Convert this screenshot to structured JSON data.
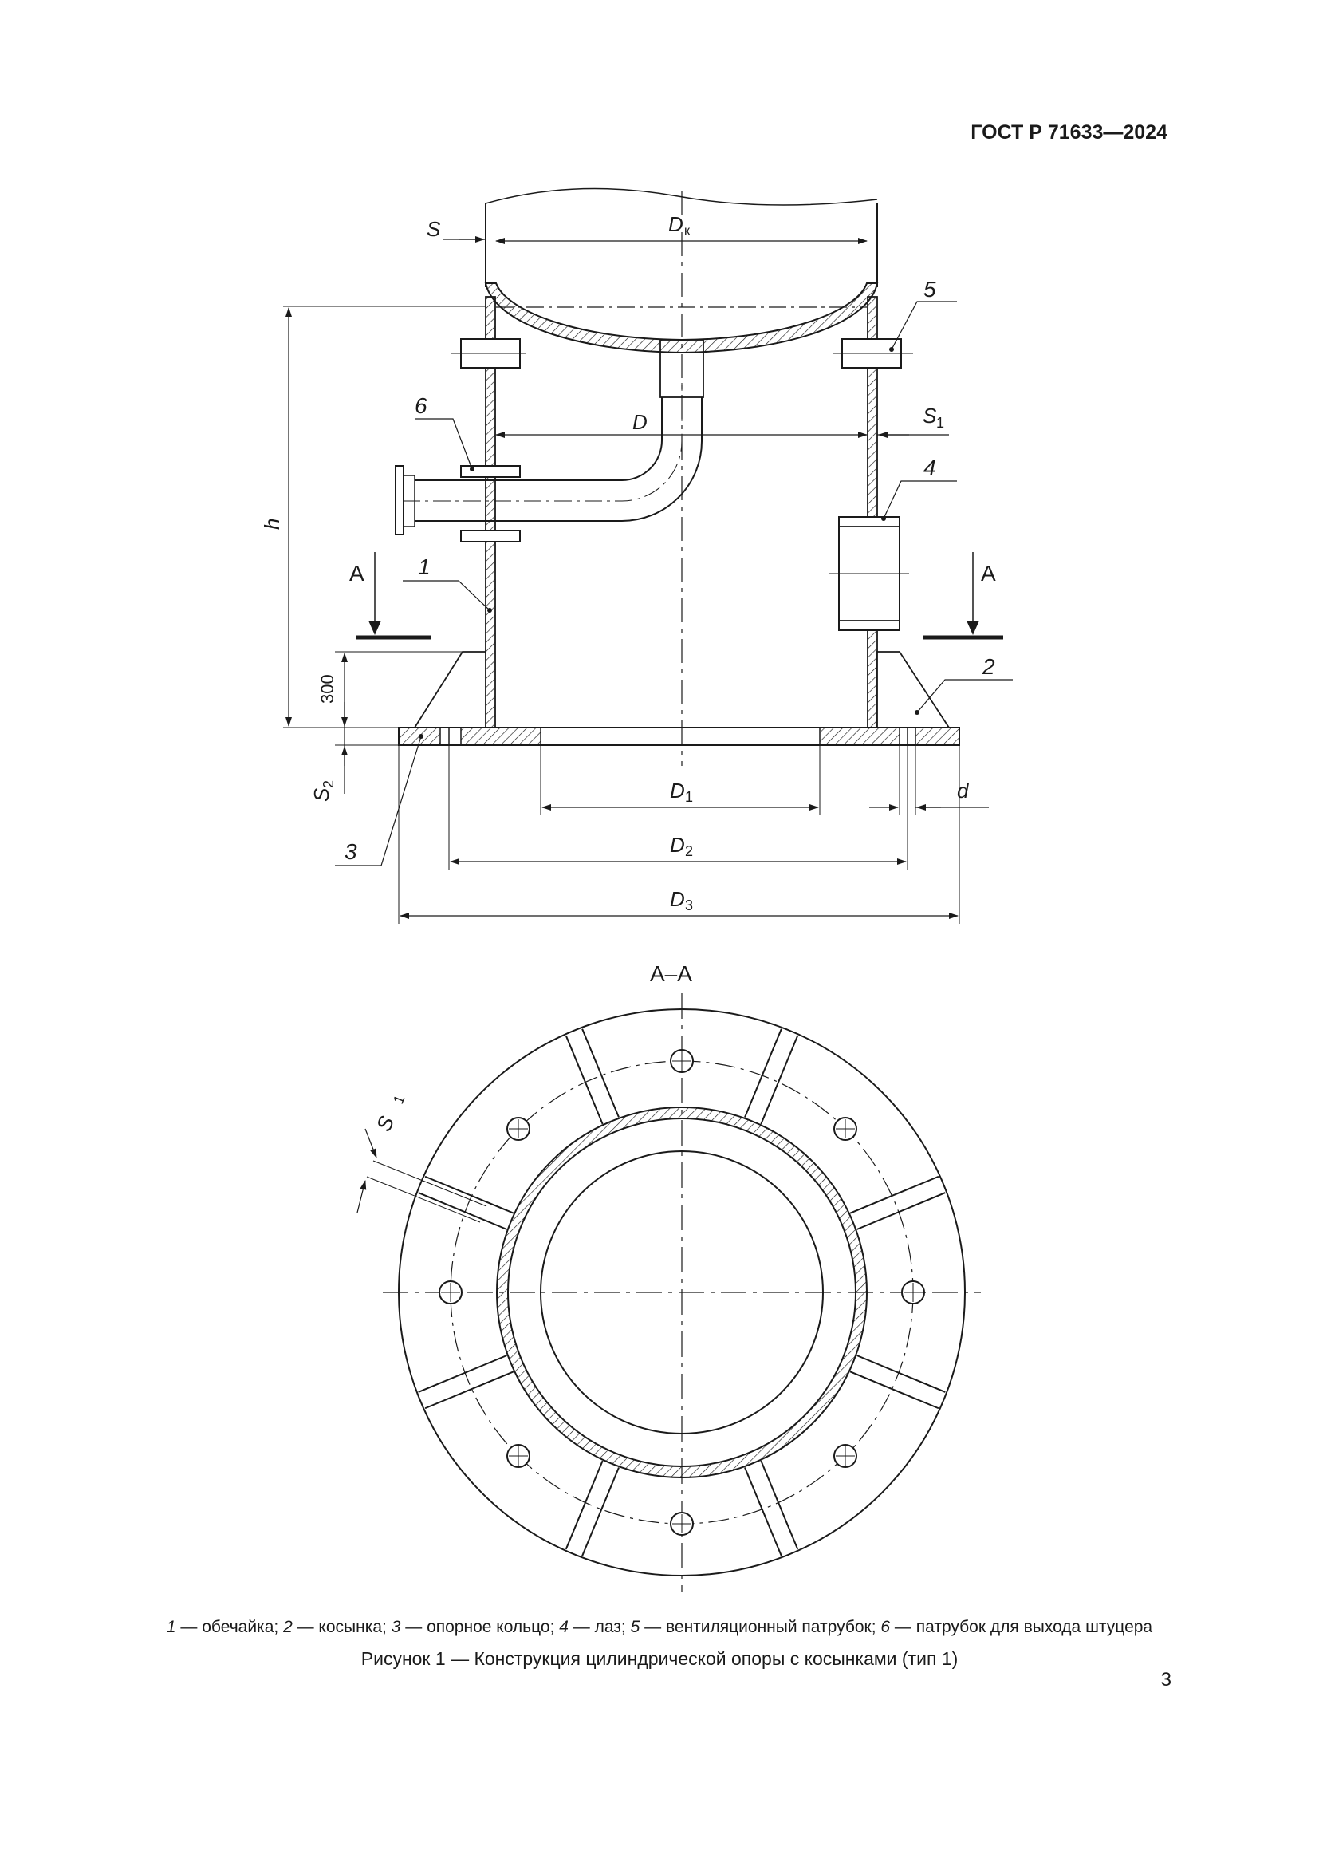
{
  "header": {
    "standard": "ГОСТ Р 71633—2024"
  },
  "drawing": {
    "dims": {
      "S": "S",
      "Dk": "D",
      "Dk_sub": "к",
      "D": "D",
      "S1": "S",
      "S1_sub": "1",
      "h": "h",
      "d300": "300",
      "S2": "S",
      "S2_sub": "2",
      "D1": "D",
      "D1_sub": "1",
      "D2": "D",
      "D2_sub": "2",
      "D3": "D",
      "D3_sub": "3",
      "d": "d"
    },
    "callouts": {
      "c1": "1",
      "c2": "2",
      "c3": "3",
      "c4": "4",
      "c5": "5",
      "c6": "6"
    },
    "section_mark": "А",
    "section_title": "А–А"
  },
  "legend": {
    "items": [
      {
        "num": "1",
        "text": " — обечайка; "
      },
      {
        "num": "2",
        "text": " — косынка; "
      },
      {
        "num": "3",
        "text": " — опорное кольцо; "
      },
      {
        "num": "4",
        "text": " — лаз; "
      },
      {
        "num": "5",
        "text": " — вентиляционный патрубок; "
      },
      {
        "num": "6",
        "text": " — патрубок для выхода штуцера"
      }
    ]
  },
  "caption": "Рисунок 1 — Конструкция цилиндрической опоры с косынками (тип 1)",
  "page_number": "3"
}
